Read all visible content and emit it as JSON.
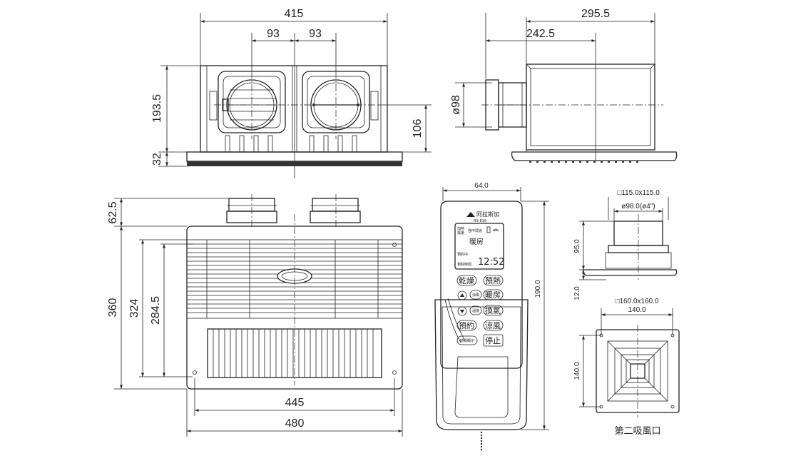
{
  "top_view": {
    "overall_width": "415",
    "duct_spacing_left": "93",
    "duct_spacing_right": "93",
    "height": "193.5",
    "panel_thickness": "32",
    "duct_center_height": "106"
  },
  "side_view": {
    "overall_depth": "295.5",
    "duct_offset": "242.5",
    "duct_diameter": "ø98"
  },
  "front_view": {
    "duct_height": "62.5",
    "total_height": "360",
    "inner_height": "324",
    "grille_height": "284.5",
    "mount_width": "445",
    "overall_width": "480"
  },
  "remote": {
    "width": "64.0",
    "height": "190.0",
    "brand": "阿拉斯加",
    "model": "RS-816",
    "mode_label_1": "加熱",
    "mode_label_2": "風量",
    "level_label": "強中弱省",
    "mode_display": "暖房",
    "time_label": "預約中",
    "time_label_2": "剩餘時間",
    "time": "12:52",
    "buttons": {
      "dry": "乾燥",
      "preheat": "預熱",
      "cool_small": "涼風",
      "heat": "暖房",
      "temp_small": "溫度",
      "ventilate": "換氣",
      "schedule": "預約",
      "cool": "涼風",
      "time_display": "時間顯示",
      "stop": "停止"
    }
  },
  "intake": {
    "duct_size": "□115.0x115.0",
    "duct_diameter": "ø98.0(ø4\")",
    "duct_height": "95.0",
    "flange_thickness": "12.0",
    "panel_size": "□160.0x160.0",
    "mount_width": "140.0",
    "mount_height": "140.0",
    "caption": "第二吸風口"
  }
}
